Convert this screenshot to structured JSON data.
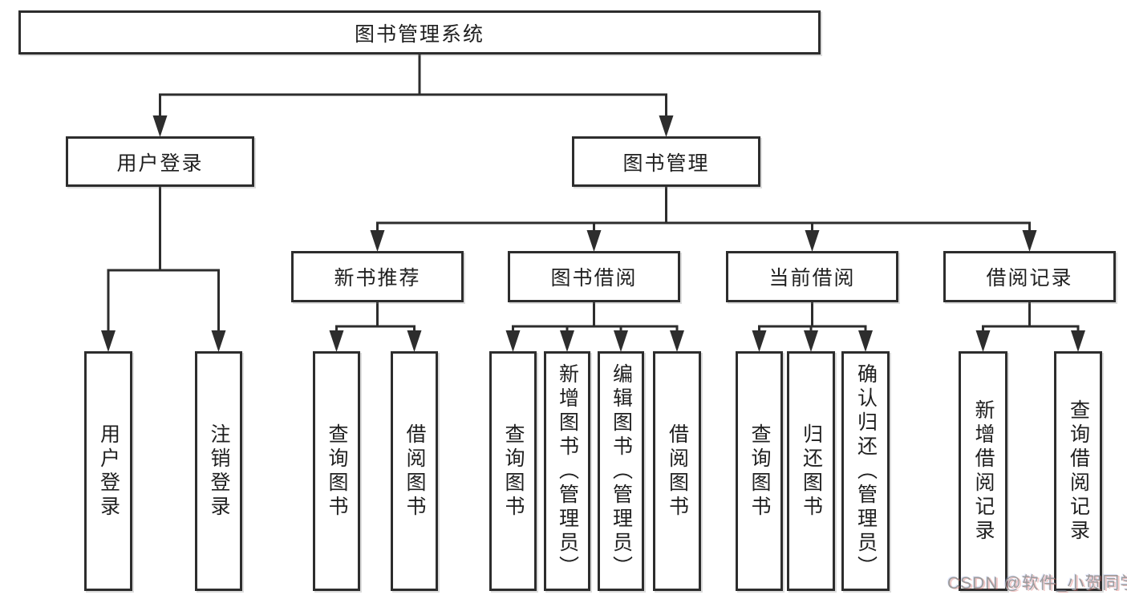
{
  "diagram": {
    "title": "图书管理系统",
    "watermark": "CSDN @软件_小贺同学",
    "colors": {
      "line": "#2d2d2d",
      "box_border": "#2d2d2d",
      "box_background": "#ffffff",
      "text": "#1f1f1f",
      "watermark": "#9b9b9b"
    },
    "nodes": [
      {
        "id": "root",
        "label": "图书管理系统"
      },
      {
        "id": "user-login",
        "label": "用户登录"
      },
      {
        "id": "book-mgmt",
        "label": "图书管理"
      },
      {
        "id": "new-book-rec",
        "label": "新书推荐"
      },
      {
        "id": "book-borrow",
        "label": "图书借阅"
      },
      {
        "id": "current-borrow",
        "label": "当前借阅"
      },
      {
        "id": "borrow-records",
        "label": "借阅记录"
      },
      {
        "id": "leaf-user-login",
        "label": "用户登录"
      },
      {
        "id": "leaf-logout",
        "label": "注销登录"
      },
      {
        "id": "leaf-nbr-query",
        "label": "查询图书"
      },
      {
        "id": "leaf-nbr-borrow",
        "label": "借阅图书"
      },
      {
        "id": "leaf-bb-query",
        "label": "查询图书"
      },
      {
        "id": "leaf-bb-add",
        "label": "新增图书（管理员）"
      },
      {
        "id": "leaf-bb-edit",
        "label": "编辑图书（管理员）"
      },
      {
        "id": "leaf-bb-borrow",
        "label": "借阅图书"
      },
      {
        "id": "leaf-cb-query",
        "label": "查询图书"
      },
      {
        "id": "leaf-cb-return",
        "label": "归还图书"
      },
      {
        "id": "leaf-cb-confirm",
        "label": "确认归还（管理员）"
      },
      {
        "id": "leaf-br-add",
        "label": "新增借阅记录"
      },
      {
        "id": "leaf-br-query",
        "label": "查询借阅记录"
      }
    ],
    "children": {
      "root": [
        "user-login",
        "book-mgmt"
      ],
      "user-login": [
        "leaf-user-login",
        "leaf-logout"
      ],
      "book-mgmt": [
        "new-book-rec",
        "book-borrow",
        "current-borrow",
        "borrow-records"
      ],
      "new-book-rec": [
        "leaf-nbr-query",
        "leaf-nbr-borrow"
      ],
      "book-borrow": [
        "leaf-bb-query",
        "leaf-bb-add",
        "leaf-bb-edit",
        "leaf-bb-borrow"
      ],
      "current-borrow": [
        "leaf-cb-query",
        "leaf-cb-return",
        "leaf-cb-confirm"
      ],
      "borrow-records": [
        "leaf-br-add",
        "leaf-br-query"
      ]
    }
  }
}
